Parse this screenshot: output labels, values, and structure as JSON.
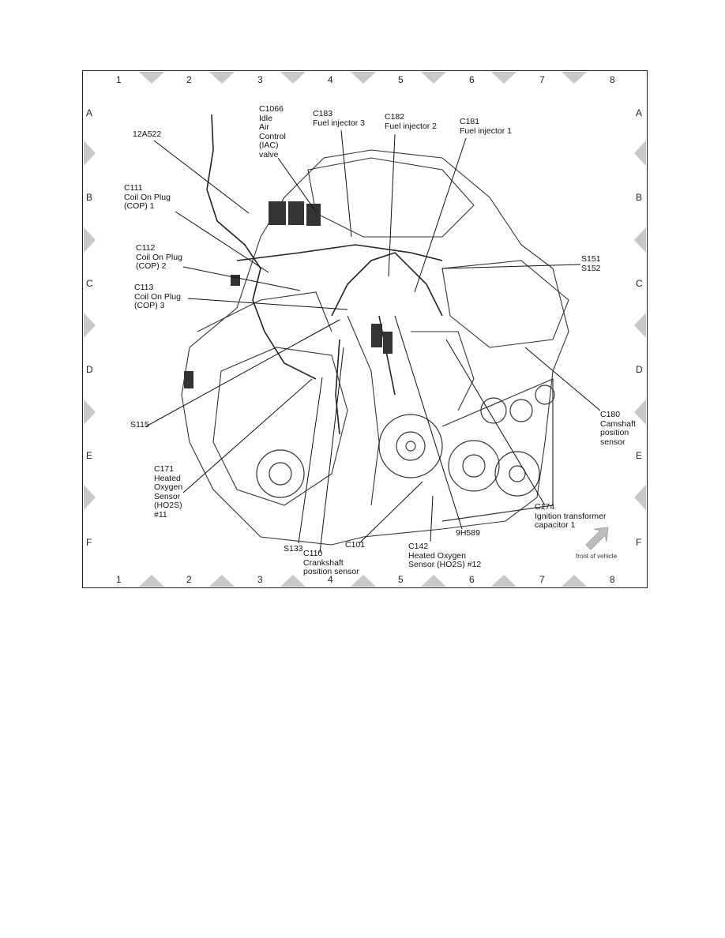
{
  "grid": {
    "columns": [
      "1",
      "2",
      "3",
      "4",
      "5",
      "6",
      "7",
      "8"
    ],
    "rows": [
      "A",
      "B",
      "C",
      "D",
      "E",
      "F"
    ]
  },
  "labels": {
    "c1066": "C1066\nIdle\nAir\nControl\n(IAC)\nvalve",
    "c183": "C183\nFuel injector 3",
    "c182": "C182\nFuel injector 2",
    "c181": "C181\nFuel injector 1",
    "a12a522": "12A522",
    "c111": "C111\nCoil On Plug\n(COP) 1",
    "c112": "C112\nCoil On Plug\n(COP) 2",
    "c113": "C113\nCoil On Plug\n(COP) 3",
    "s151": "S151\nS152",
    "s115": "S115",
    "c171": "C171\nHeated\nOxygen\nSensor\n(HO2S)\n#11",
    "c180": "C180\nCamshaft\nposition\nsensor",
    "c174": "C174\nIgnition transformer\ncapacitor 1",
    "h9h589": "9H589",
    "s133": "S133",
    "c101": "C101",
    "c110": "C110\nCrankshaft\nposition sensor",
    "c142": "C142\nHeated Oxygen\nSensor (HO2S) #12",
    "front": "front of vehicle"
  },
  "colors": {
    "ink": "#222222",
    "marker": "#c8c8c8",
    "arrow": "#bdbdbd"
  }
}
